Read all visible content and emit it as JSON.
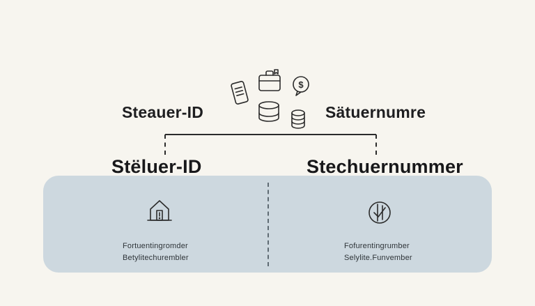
{
  "top": {
    "left_label": "Steauer-ID",
    "right_label": "Sätuernumre"
  },
  "mid": {
    "left_title": "Stëluer-ID",
    "right_title": "Stechuernummer"
  },
  "panel": {
    "left": {
      "line1": "Fortuentingromder",
      "line2": "Betylitechurembler"
    },
    "right": {
      "line1": "Fofurentingrumber",
      "line2": "Selylite.Funvember"
    }
  },
  "icons": {
    "cluster": [
      "ticket-phone-icon",
      "briefcase-icon",
      "dollar-bubble-icon",
      "drum-icon",
      "coins-icon"
    ],
    "panel_left": "house-alert-icon",
    "panel_right": "circle-check-icon",
    "dollar_glyph": "$"
  },
  "colors": {
    "background": "#f7f5ef",
    "panel": "#cdd8df",
    "heading_text": "#18181a",
    "body_text": "#2e3438",
    "line": "#2b2b2b"
  }
}
